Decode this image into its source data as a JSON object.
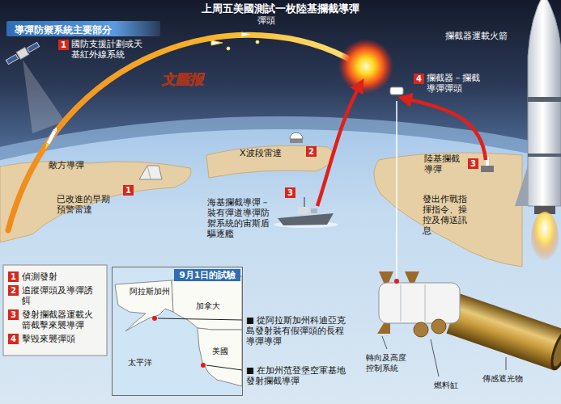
{
  "diagram": {
    "title": "上周五美國測試一枚陸基攔截導彈",
    "nodes": [
      {
        "text": [
          "導彈防禦系統主要部分"
        ]
      },
      {
        "text": [
          "9月1日的試驗"
        ]
      }
    ],
    "labels": [
      "國防支援計劃或天基紅外線系統",
      "1",
      "彈頭",
      "攔截器運載火箭",
      "文匯报",
      "4",
      "攔截器－攔截導彈彈頭",
      "X波段雷達",
      "2",
      "敵方導彈",
      "1",
      "已改進的早期預警雷達",
      "3",
      "海基攔截導彈－裝有彈道導彈防禦系統的宙斯盾驅逐艦",
      "陸基攔截導彈",
      "3",
      "發出作戰指揮指令、操控及傳送訊息",
      "1",
      "2",
      "3",
      "4",
      "阿拉斯加州",
      "加拿大",
      "太平洋",
      "美國",
      "■ 從阿拉斯加州科迪亞克島發射裝有假彈頭的長程導彈導彈",
      "■ 在加州范登堡空軍基地發射攔截導彈",
      "轉向及高度控制系統",
      "燃料缸",
      "傳感遮光物"
    ],
    "legend": [
      {
        "text": "偵測發射"
      },
      {
        "text": "追蹤彈頭及導彈誘餌"
      },
      {
        "text": "發射攔截器運載火箭截擊來襲導彈"
      },
      {
        "text": "擊毀來襲彈頭"
      }
    ]
  }
}
